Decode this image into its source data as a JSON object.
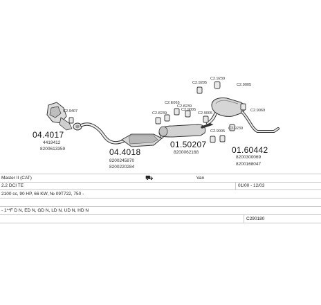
{
  "parts": {
    "p04_4017": {
      "number": "04.4017",
      "refs": [
        "4419412",
        "8200613359"
      ]
    },
    "p04_4018": {
      "number": "04.4018",
      "refs": [
        "8200245870",
        "8200220284"
      ]
    },
    "p01_50207": {
      "number": "01.50207",
      "refs": [
        "8200062168"
      ]
    },
    "p01_60442": {
      "number": "01.60442",
      "refs": [
        "8200300069",
        "8200168047"
      ]
    },
    "clips": {
      "c1": "C2.9407",
      "c2": "C2.E065",
      "c3": "C2.8239",
      "c4": "C2.8239",
      "c5": "C2.9005",
      "c6": "C2.9205",
      "c7": "C2.9239",
      "c8": "C2.9005",
      "c9": "C2.9069",
      "c10": "C2.9239",
      "c11": "C2.9005",
      "c12": "C2.9005"
    }
  },
  "table": {
    "model": "Master II (CAT)",
    "body_type": "Van",
    "engine": "2.2 DCI TE",
    "years": "01/00 - 12/03",
    "spec": "2100 cc, 90 HP, 66 KW, № 09T722, 750 -",
    "codes": "- 1**F D N, ED N, GD N, LD N, UD N, HD N",
    "catalog_code": "C290180"
  }
}
